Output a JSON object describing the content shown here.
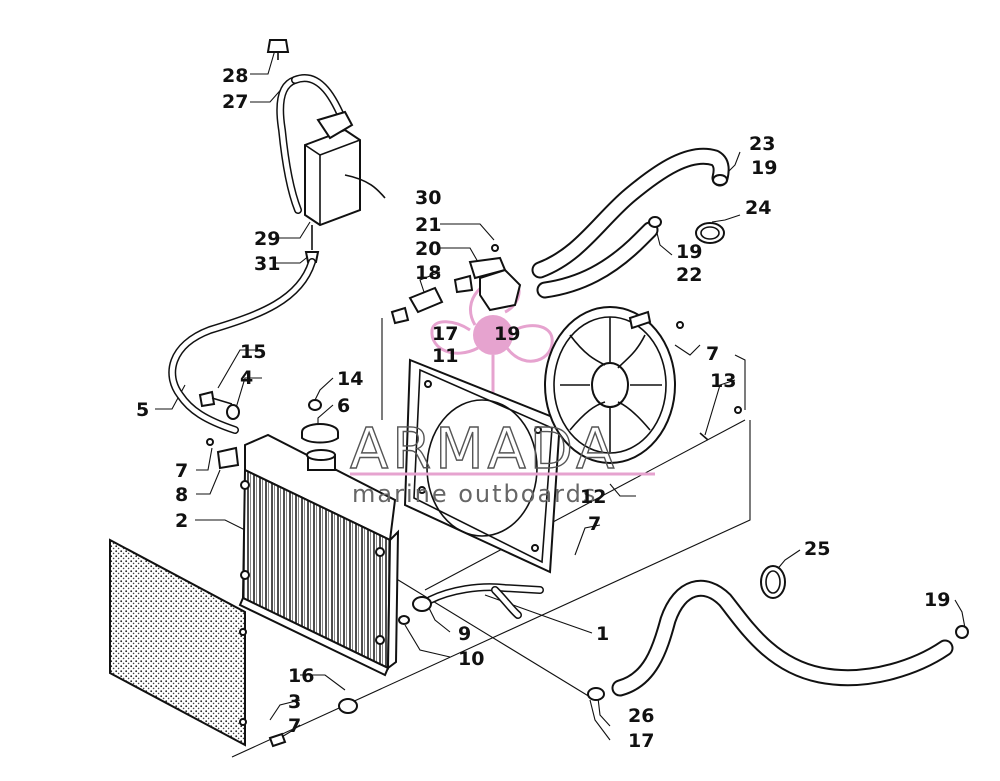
{
  "watermark": {
    "brand": "ARMADA",
    "tagline": "marine outboards",
    "color": "#e6a3cf"
  },
  "callouts": {
    "c28": "28",
    "c27": "27",
    "c29": "29",
    "c31": "31",
    "c30": "30",
    "c21": "21",
    "c20": "20",
    "c18": "18",
    "c17a": "17",
    "c19a": "19",
    "c11": "11",
    "c23": "23",
    "c19b": "19",
    "c24": "24",
    "c19c": "19",
    "c22": "22",
    "c15": "15",
    "c4": "4",
    "c5": "5",
    "c14": "14",
    "c6": "6",
    "c7a": "7",
    "c8": "8",
    "c2": "2",
    "c7b": "7",
    "c13": "13",
    "c12": "12",
    "c7c": "7",
    "c25": "25",
    "c19d": "19",
    "c1": "1",
    "c9": "9",
    "c10": "10",
    "c16": "16",
    "c3": "3",
    "c7d": "7",
    "c26": "26",
    "c17b": "17"
  }
}
